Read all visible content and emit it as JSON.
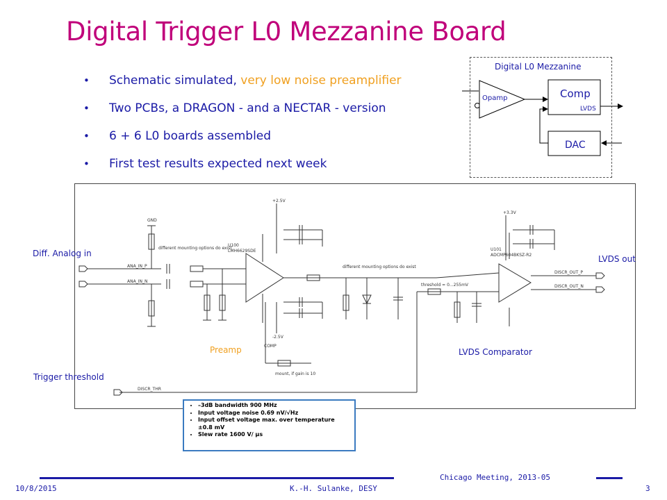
{
  "slide": {
    "title": "Digital Trigger L0 Mezzanine Board",
    "bullets": [
      {
        "text": "Schematic simulated, ",
        "highlight": "very low noise preamplifier"
      },
      {
        "text": "Two PCBs, a DRAGON - and a NECTAR - version",
        "highlight": ""
      },
      {
        "text": "6 + 6 L0 boards assembled",
        "highlight": ""
      },
      {
        "text": "First test results expected next week",
        "highlight": ""
      }
    ]
  },
  "mezzanine": {
    "title": "Digital L0 Mezzanine",
    "opamp": "Opamp",
    "comp": "Comp",
    "lvds": "LVDS",
    "dac": "DAC"
  },
  "schematic": {
    "diff_analog_in": "Diff. Analog in",
    "lvds_out": "LVDS out",
    "trigger_threshold": "Trigger threshold",
    "preamp": "Preamp",
    "lvds_comparator": "LVDS Comparator",
    "net_labels": {
      "ana_in_p": "ANA_IN_P",
      "ana_in_n": "ANA_IN_N",
      "discr_out_p": "DISCR_OUT_P",
      "discr_out_n": "DISCR_OUT_N",
      "discr_thr": "DISCR_THR",
      "u100": "U100",
      "u100_part": "LMH6629SDE",
      "u101": "U101",
      "u101_part": "ADCMP604BKSZ-R2",
      "note1": "different mounting options do exist",
      "note2": "different mounting options do exist",
      "note3": "threshold = 0...255mV",
      "note4": "mount, if gain is 10",
      "v_pos": "+2.5V",
      "v_neg": "-2.5V",
      "v_33": "+3.3V",
      "gnd": "GND",
      "comp": "COMP"
    }
  },
  "specs": [
    "–3dB bandwidth 900 MHz",
    "Input voltage noise 0.69 nV/√Hz",
    "Input offset voltage max. over temperature ±0.8 mV",
    "Slew rate 1600 V/ μs"
  ],
  "footer": {
    "date": "10/8/2015",
    "author": "K.-H. Sulanke, DESY",
    "meeting": "Chicago Meeting, 2013-05",
    "page": "3"
  },
  "colors": {
    "title": "#c0007a",
    "text": "#1a1aa6",
    "highlight": "#f0a020",
    "spec_border": "#3a7ac0"
  }
}
